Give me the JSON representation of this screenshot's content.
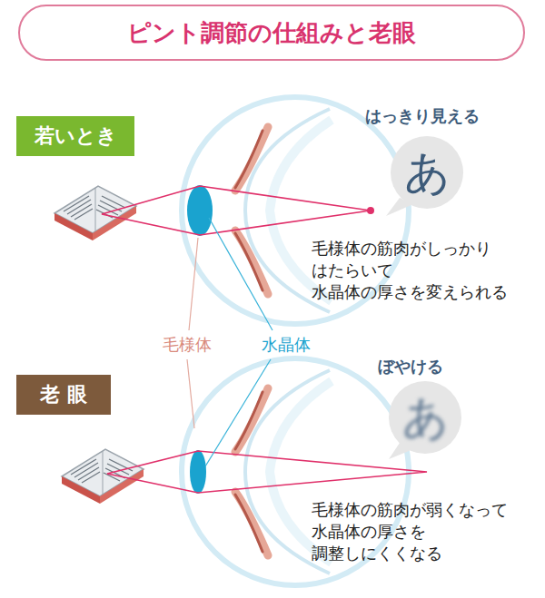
{
  "diagram": {
    "title": "ピント調節の仕組みと老眼",
    "nodes": [
      {
        "text": [
          "若いとき"
        ]
      },
      {
        "text": [
          "あ"
        ]
      },
      {
        "text": [
          "老 眼"
        ]
      },
      {
        "text": [
          "あ"
        ]
      }
    ],
    "labels": [
      "はっきり見える",
      "毛様体の筋肉がしっかり はたらいて 水晶体の厚さを変えられる",
      "毛様体",
      "水晶体",
      "ぼやける",
      "毛様体の筋肉が弱くなって 水晶体の厚さを 調整しにくくなる"
    ]
  }
}
